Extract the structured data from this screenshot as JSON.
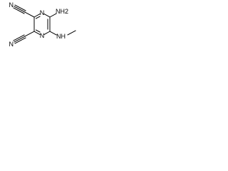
{
  "molecule": {
    "ring_n_top": "N",
    "ring_n_bottom": "N",
    "amino_group": "NH2",
    "methylamino_group": "NH",
    "nitrile_n_upper": "N",
    "nitrile_n_lower": "N"
  }
}
